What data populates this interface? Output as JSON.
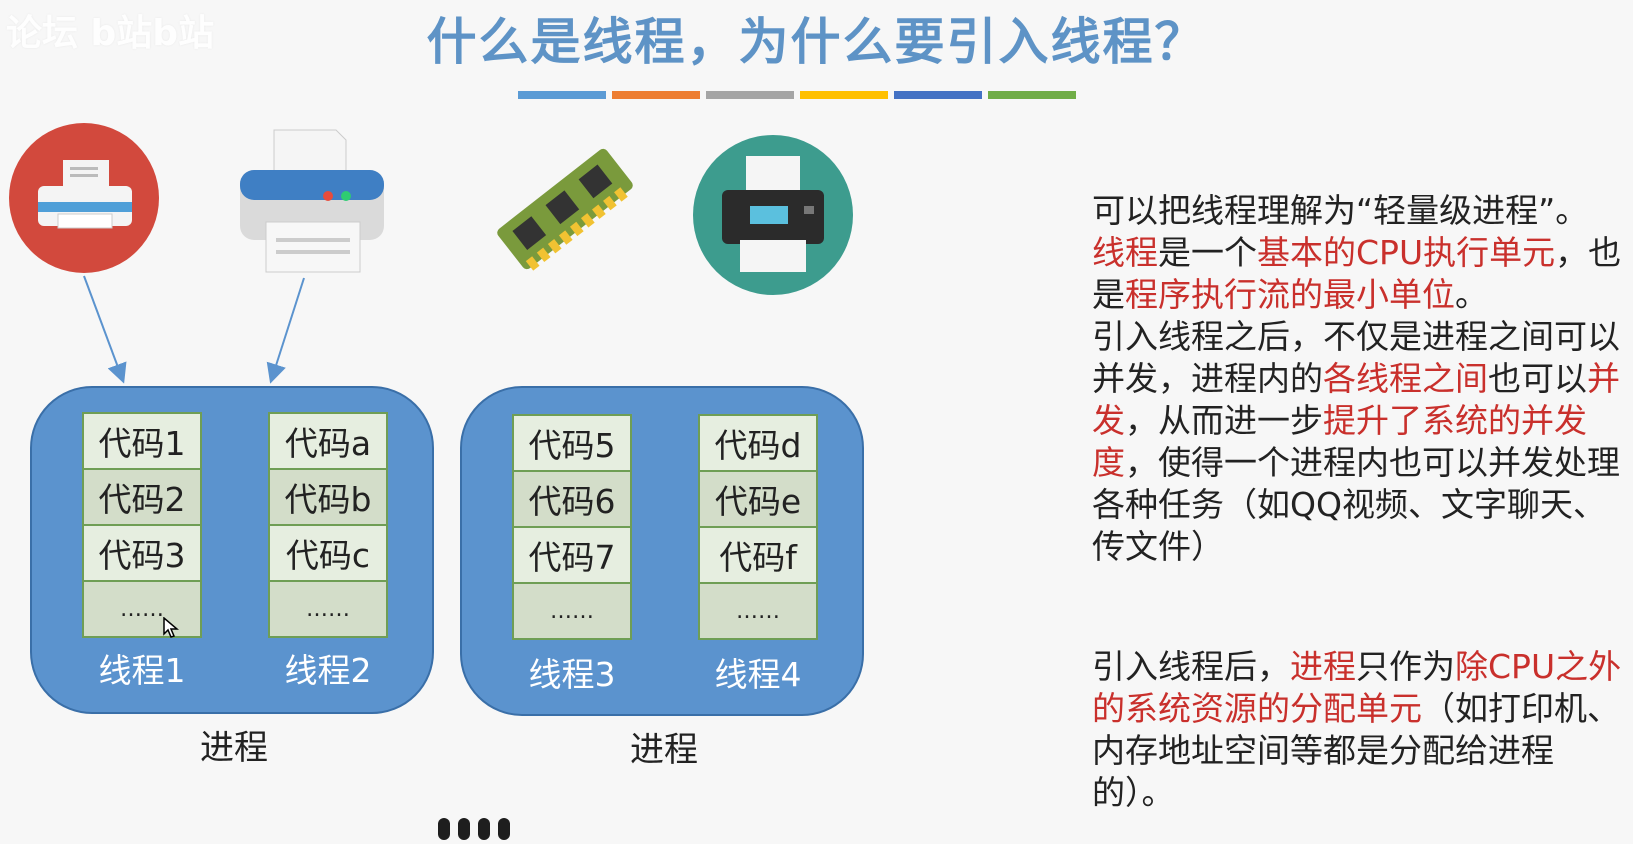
{
  "title": "什么是线程，为什么要引入线程？",
  "watermark": "论坛 b站b站",
  "colors": {
    "title": "#5e93c6",
    "process_box": "#5b93ce",
    "highlight": "#c9302c",
    "bar_colors": [
      "#5b9bd5",
      "#ed7d31",
      "#a5a5a5",
      "#ffc000",
      "#4472c4",
      "#70ad47"
    ]
  },
  "icons": [
    "printer-red-circle-icon",
    "printer-gray-icon",
    "memory-stick-icon",
    "printer-teal-circle-icon"
  ],
  "processes": [
    {
      "label": "进程",
      "threads": [
        {
          "label": "线程1",
          "cells": [
            "代码1",
            "代码2",
            "代码3",
            "……"
          ]
        },
        {
          "label": "线程2",
          "cells": [
            "代码a",
            "代码b",
            "代码c",
            "……"
          ]
        }
      ]
    },
    {
      "label": "进程",
      "threads": [
        {
          "label": "线程3",
          "cells": [
            "代码5",
            "代码6",
            "代码7",
            "……"
          ]
        },
        {
          "label": "线程4",
          "cells": [
            "代码d",
            "代码e",
            "代码f",
            "……"
          ]
        }
      ]
    }
  ],
  "paragraph1": [
    [
      {
        "t": "可以把线程理解为“轻量级进程”。",
        "h": false
      }
    ],
    [
      {
        "t": "线程",
        "h": true
      },
      {
        "t": "是一个",
        "h": false
      },
      {
        "t": "基本的CPU执行单元",
        "h": true
      },
      {
        "t": "，也是",
        "h": false
      },
      {
        "t": "程序执行流的最小单位",
        "h": true
      },
      {
        "t": "。",
        "h": false
      }
    ],
    [
      {
        "t": "引入线程之后，不仅是进程之间可以并发，进程内的",
        "h": false
      },
      {
        "t": "各线程之间",
        "h": true
      },
      {
        "t": "也可以",
        "h": false
      },
      {
        "t": "并发",
        "h": true
      },
      {
        "t": "，从而进一步",
        "h": false
      },
      {
        "t": "提升了系统的并发度",
        "h": true
      },
      {
        "t": "，使得一个进程内也可以并发处理各种任务（如QQ视频、文字聊天、传文件）",
        "h": false
      }
    ]
  ],
  "paragraph2": [
    [
      {
        "t": "引入线程后，",
        "h": false
      },
      {
        "t": "进程",
        "h": true
      },
      {
        "t": "只作为",
        "h": false
      },
      {
        "t": "除CPU之外的系统资源的分配单元",
        "h": true
      },
      {
        "t": "（如打印机、内存地址空间等都是分配给进程的）。",
        "h": false
      }
    ]
  ]
}
